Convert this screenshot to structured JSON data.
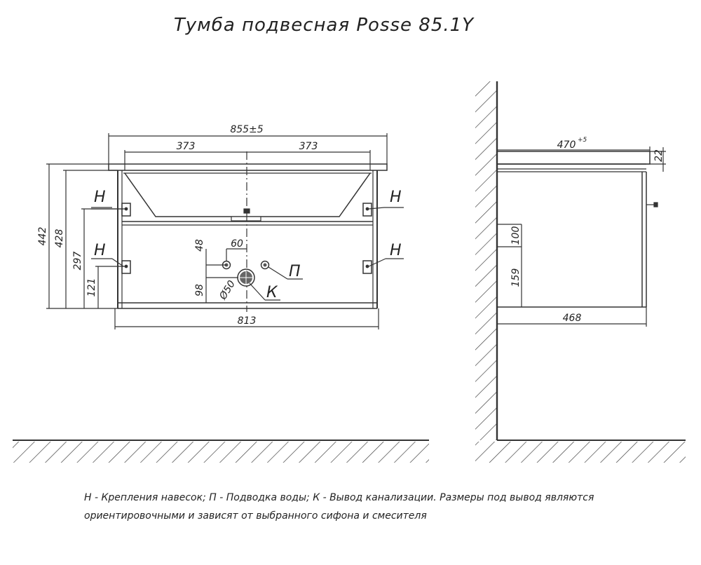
{
  "title": "Тумба подвесная Posse 85.1Y",
  "front": {
    "width_top": "855±5",
    "half_left": "373",
    "half_right": "373",
    "height_total": "442",
    "height_body": "428",
    "mount_upper": "297",
    "mount_lower": "121",
    "water_offset_x": "60",
    "water_offset_y": "48",
    "drain_height": "98",
    "drain_diameter": "Ø50",
    "width_bottom": "813",
    "label_mount": "Н",
    "label_water": "П",
    "label_drain": "К"
  },
  "side": {
    "depth_top": "470",
    "depth_top_tol": "+5",
    "top_thickness": "22",
    "zone_upper": "100",
    "zone_lower": "159",
    "depth_bottom": "468"
  },
  "legend": {
    "line1": "Н - Крепления навесок; П - Подводка воды; К - Вывод канализации. Размеры под вывод являются",
    "line2": "ориентировочными и зависят от выбранного сифона и смесителя"
  }
}
